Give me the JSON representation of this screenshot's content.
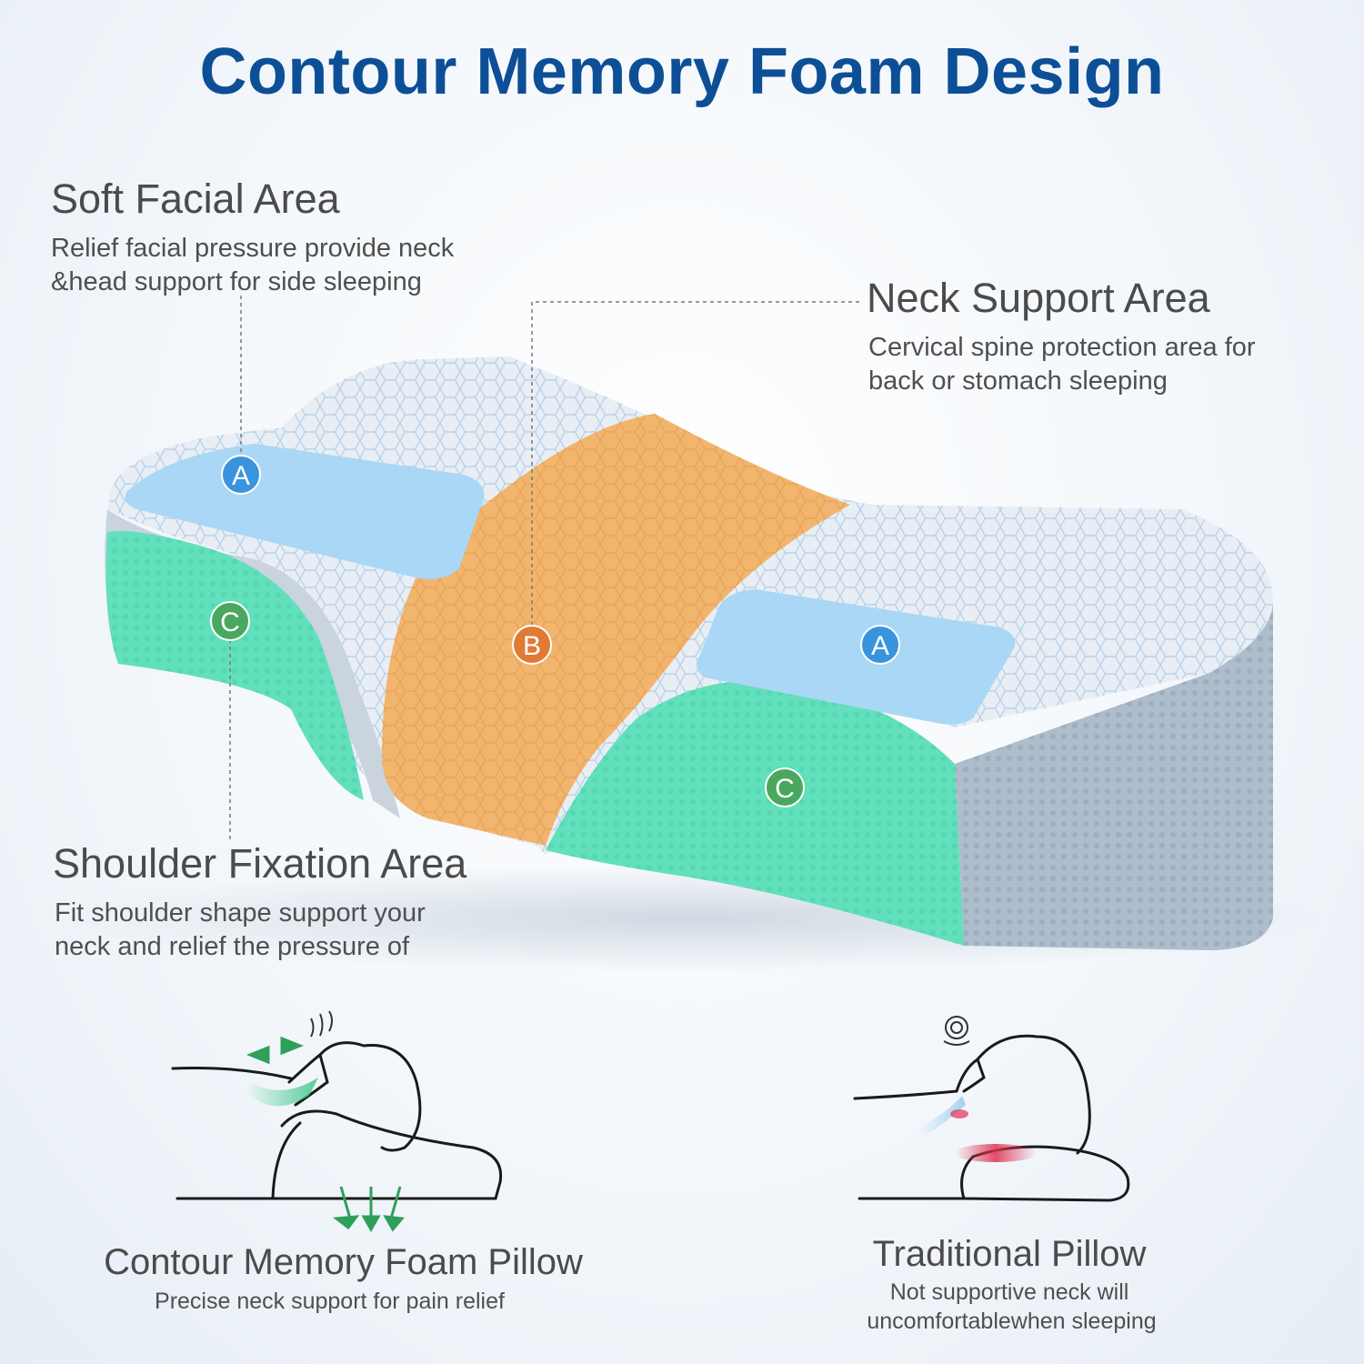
{
  "title": "Contour Memory Foam Design",
  "areas": {
    "facial": {
      "title": "Soft Facial Area",
      "desc_line1": "Relief facial pressure provide neck",
      "desc_line2": "&head support for side sleeping"
    },
    "neck": {
      "title": "Neck Support Area",
      "desc_line1": "Cervical spine protection area for",
      "desc_line2": "back or stomach sleeping"
    },
    "shoulder": {
      "title": "Shoulder Fixation Area",
      "desc_line1": "Fit shoulder shape support your",
      "desc_line2": "neck and relief the pressure of"
    }
  },
  "badges": {
    "a": "A",
    "b": "B",
    "c": "C"
  },
  "comparison": {
    "contour": {
      "title": "Contour Memory Foam Pillow",
      "desc": "Precise neck support for pain relief"
    },
    "traditional": {
      "title": "Traditional Pillow",
      "desc_line1": "Not supportive neck will",
      "desc_line2": "uncomfortablewhen sleeping"
    }
  },
  "colors": {
    "title": "#0d4f97",
    "zone_a": "#a9d7f5",
    "zone_b": "#f2b56e",
    "zone_c": "#62e0bb",
    "badge_a": "#3a93dd",
    "badge_b": "#e07a34",
    "badge_c": "#4aa85e",
    "pillow_cover": "#e9eef4",
    "pillow_side": "#aebdcc"
  }
}
